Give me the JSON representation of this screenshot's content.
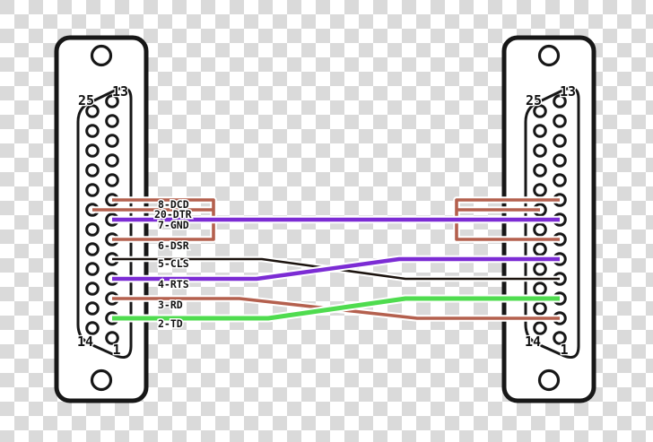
{
  "connectors": {
    "left": {
      "corner_pins": {
        "top_left": "25",
        "top_right": "13",
        "bottom_left": "14",
        "bottom_right": "1"
      }
    },
    "right": {
      "corner_pins": {
        "top_left": "25",
        "top_right": "13",
        "bottom_left": "14",
        "bottom_right": "1"
      }
    }
  },
  "wire_labels": {
    "dcd": "8-DCD",
    "dtr": "20-DTR",
    "gnd": "7-GND",
    "dsr": "6-DSR",
    "cls": "5-CLS",
    "rts": "4-RTS",
    "rd": "3-RD",
    "td": "2-TD"
  },
  "colors": {
    "brown": "#b4604e",
    "purple": "#7c2cd4",
    "green": "#4fdc4f",
    "dark": "#1b130e",
    "outline": "#171717",
    "checker_gray": "#dadada"
  },
  "connections": [
    {
      "type": "jumper",
      "side": "left",
      "pins": [
        "8",
        "20",
        "6"
      ],
      "color": "brown"
    },
    {
      "type": "jumper",
      "side": "right",
      "pins": [
        "8",
        "20",
        "6"
      ],
      "color": "brown"
    },
    {
      "type": "straight",
      "from": "left 7",
      "to": "right 7",
      "color": "purple"
    },
    {
      "type": "crossover",
      "from": "left 5",
      "to": "right 4",
      "color": "dark"
    },
    {
      "type": "crossover",
      "from": "left 4",
      "to": "right 5",
      "color": "purple"
    },
    {
      "type": "crossover",
      "from": "left 3",
      "to": "right 2",
      "color": "brown"
    },
    {
      "type": "crossover",
      "from": "left 2",
      "to": "right 3",
      "color": "green"
    }
  ]
}
